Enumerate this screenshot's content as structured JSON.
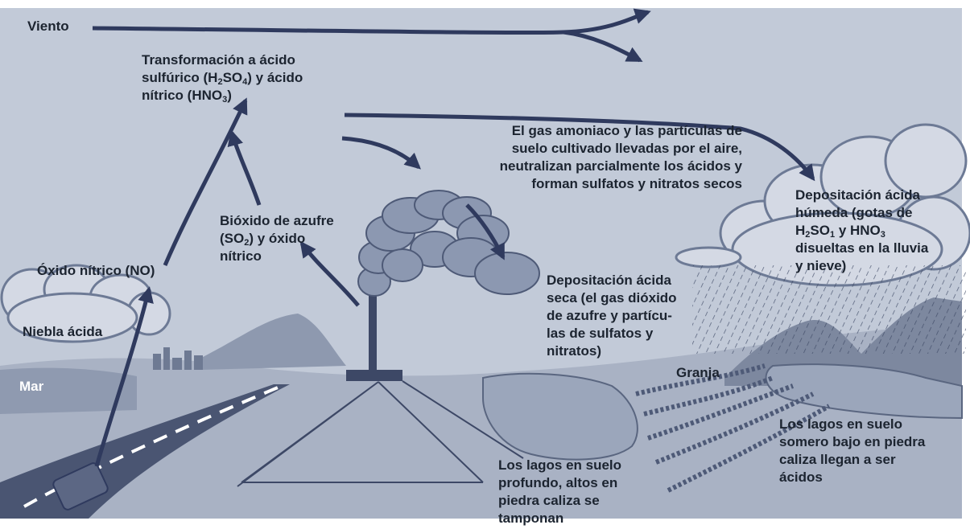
{
  "labels": {
    "wind": "Viento",
    "transformation": {
      "line1": "Transformación a ácido",
      "line2a": "sulfúrico (H",
      "line2b": "2",
      "line2c": "SO",
      "line2d": "4",
      "line2e": ") y ácido",
      "line3a": "nítrico (HNO",
      "line3b": "3",
      "line3c": ")"
    },
    "ammonia": "El gas amoniaco y las partículas de\nsuelo cultivado llevadas por el aire,\nneutralizan parcialmente los ácidos y\nforman sulfatos y nitratos secos",
    "wet_deposition": {
      "line1": "Depositación ácida",
      "line2": "húmeda (gotas de",
      "line3a": "H",
      "line3b": "2",
      "line3c": "SO",
      "line3d": "1",
      "line3e": " y HNO",
      "line3f": "3",
      "line4": "disueltas en la lluvia",
      "line5": "y nieve)"
    },
    "sulfur_dioxide": {
      "line1": "Bióxido de azufre",
      "line2a": "(SO",
      "line2b": "2",
      "line2c": ") y óxido",
      "line3": "nítrico"
    },
    "nitric_oxide": "Óxido nítrico (NO)",
    "dry_deposition": "Depositación ácida\nseca (el gas dióxido\nde azufre y partícu-\nlas de sulfatos y\nnitratos)",
    "acid_fog": "Niebla ácida",
    "sea": "Mar",
    "farm": "Granja",
    "deep_lakes": "Los lagos en suelo\nprofundo, altos en\npiedra caliza se\ntamponan",
    "shallow_lakes": "Los lagos en suelo\nsomero bajo en piedra\ncaliza llegan a ser\nácidos"
  },
  "colors": {
    "background": "#bfc7d6",
    "sky_dark": "#9aa5ba",
    "arrow": "#2f3a5e",
    "cloud": "#c9d0de",
    "cloud_edge": "#6d7a95",
    "smoke": "#8c98b1",
    "ground": "#a7b0c3",
    "road": "#4a5572",
    "text": "#1c2430"
  }
}
